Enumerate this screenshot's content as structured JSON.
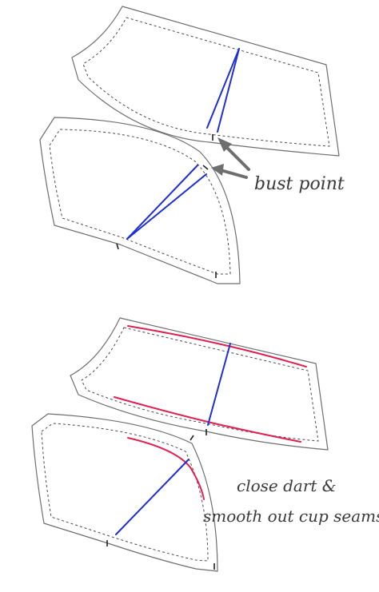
{
  "annotations": {
    "bust_point": "bust point",
    "close_dart_line1": "close dart &",
    "close_dart_line2": "smooth out cup seams"
  },
  "colors": {
    "outline": "#6e6e6e",
    "seam_allowance": "#4a4a4a",
    "dart_line": "#1f2fd6",
    "smoothed_seam": "#e0204f",
    "arrow": "#6e6e6e"
  }
}
